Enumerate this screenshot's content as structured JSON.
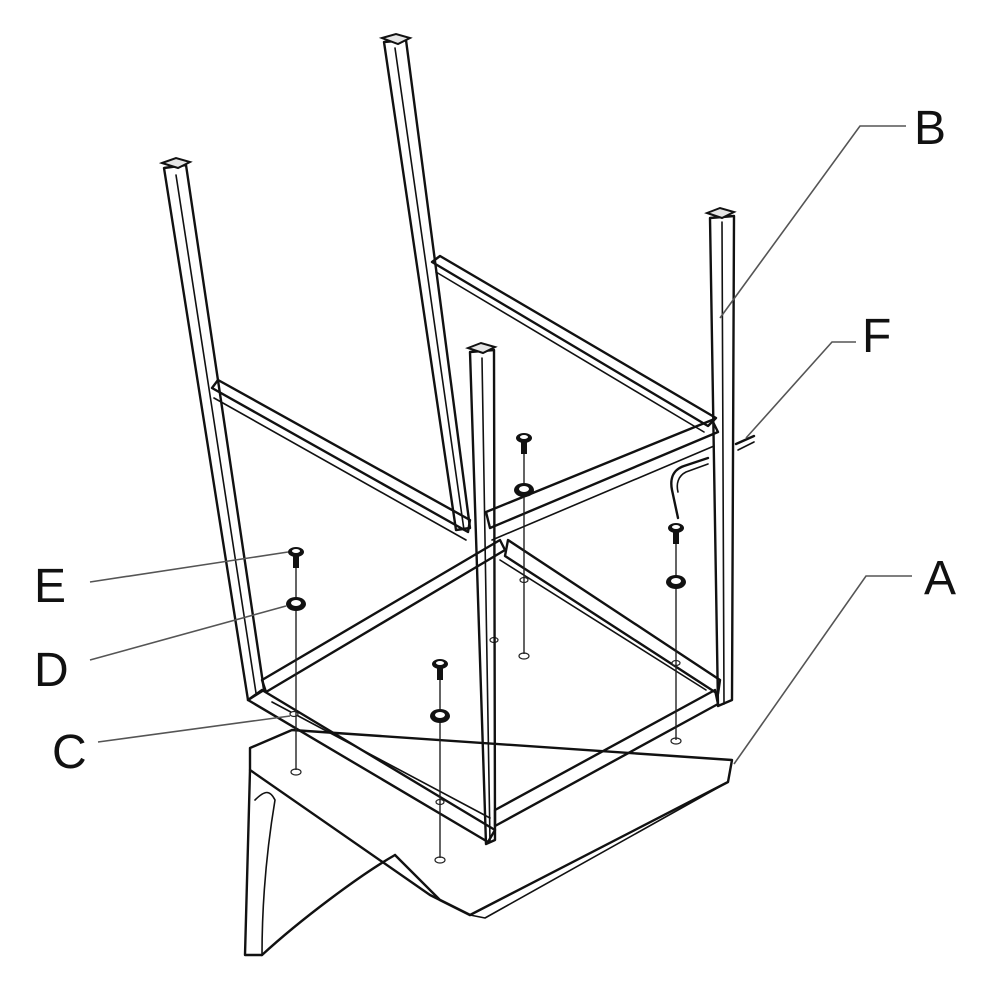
{
  "callouts": {
    "A": "A",
    "B": "B",
    "C": "C",
    "D": "D",
    "E": "E",
    "F": "F"
  },
  "colors": {
    "line": "#111111",
    "leader": "#555555",
    "background": "#ffffff"
  }
}
